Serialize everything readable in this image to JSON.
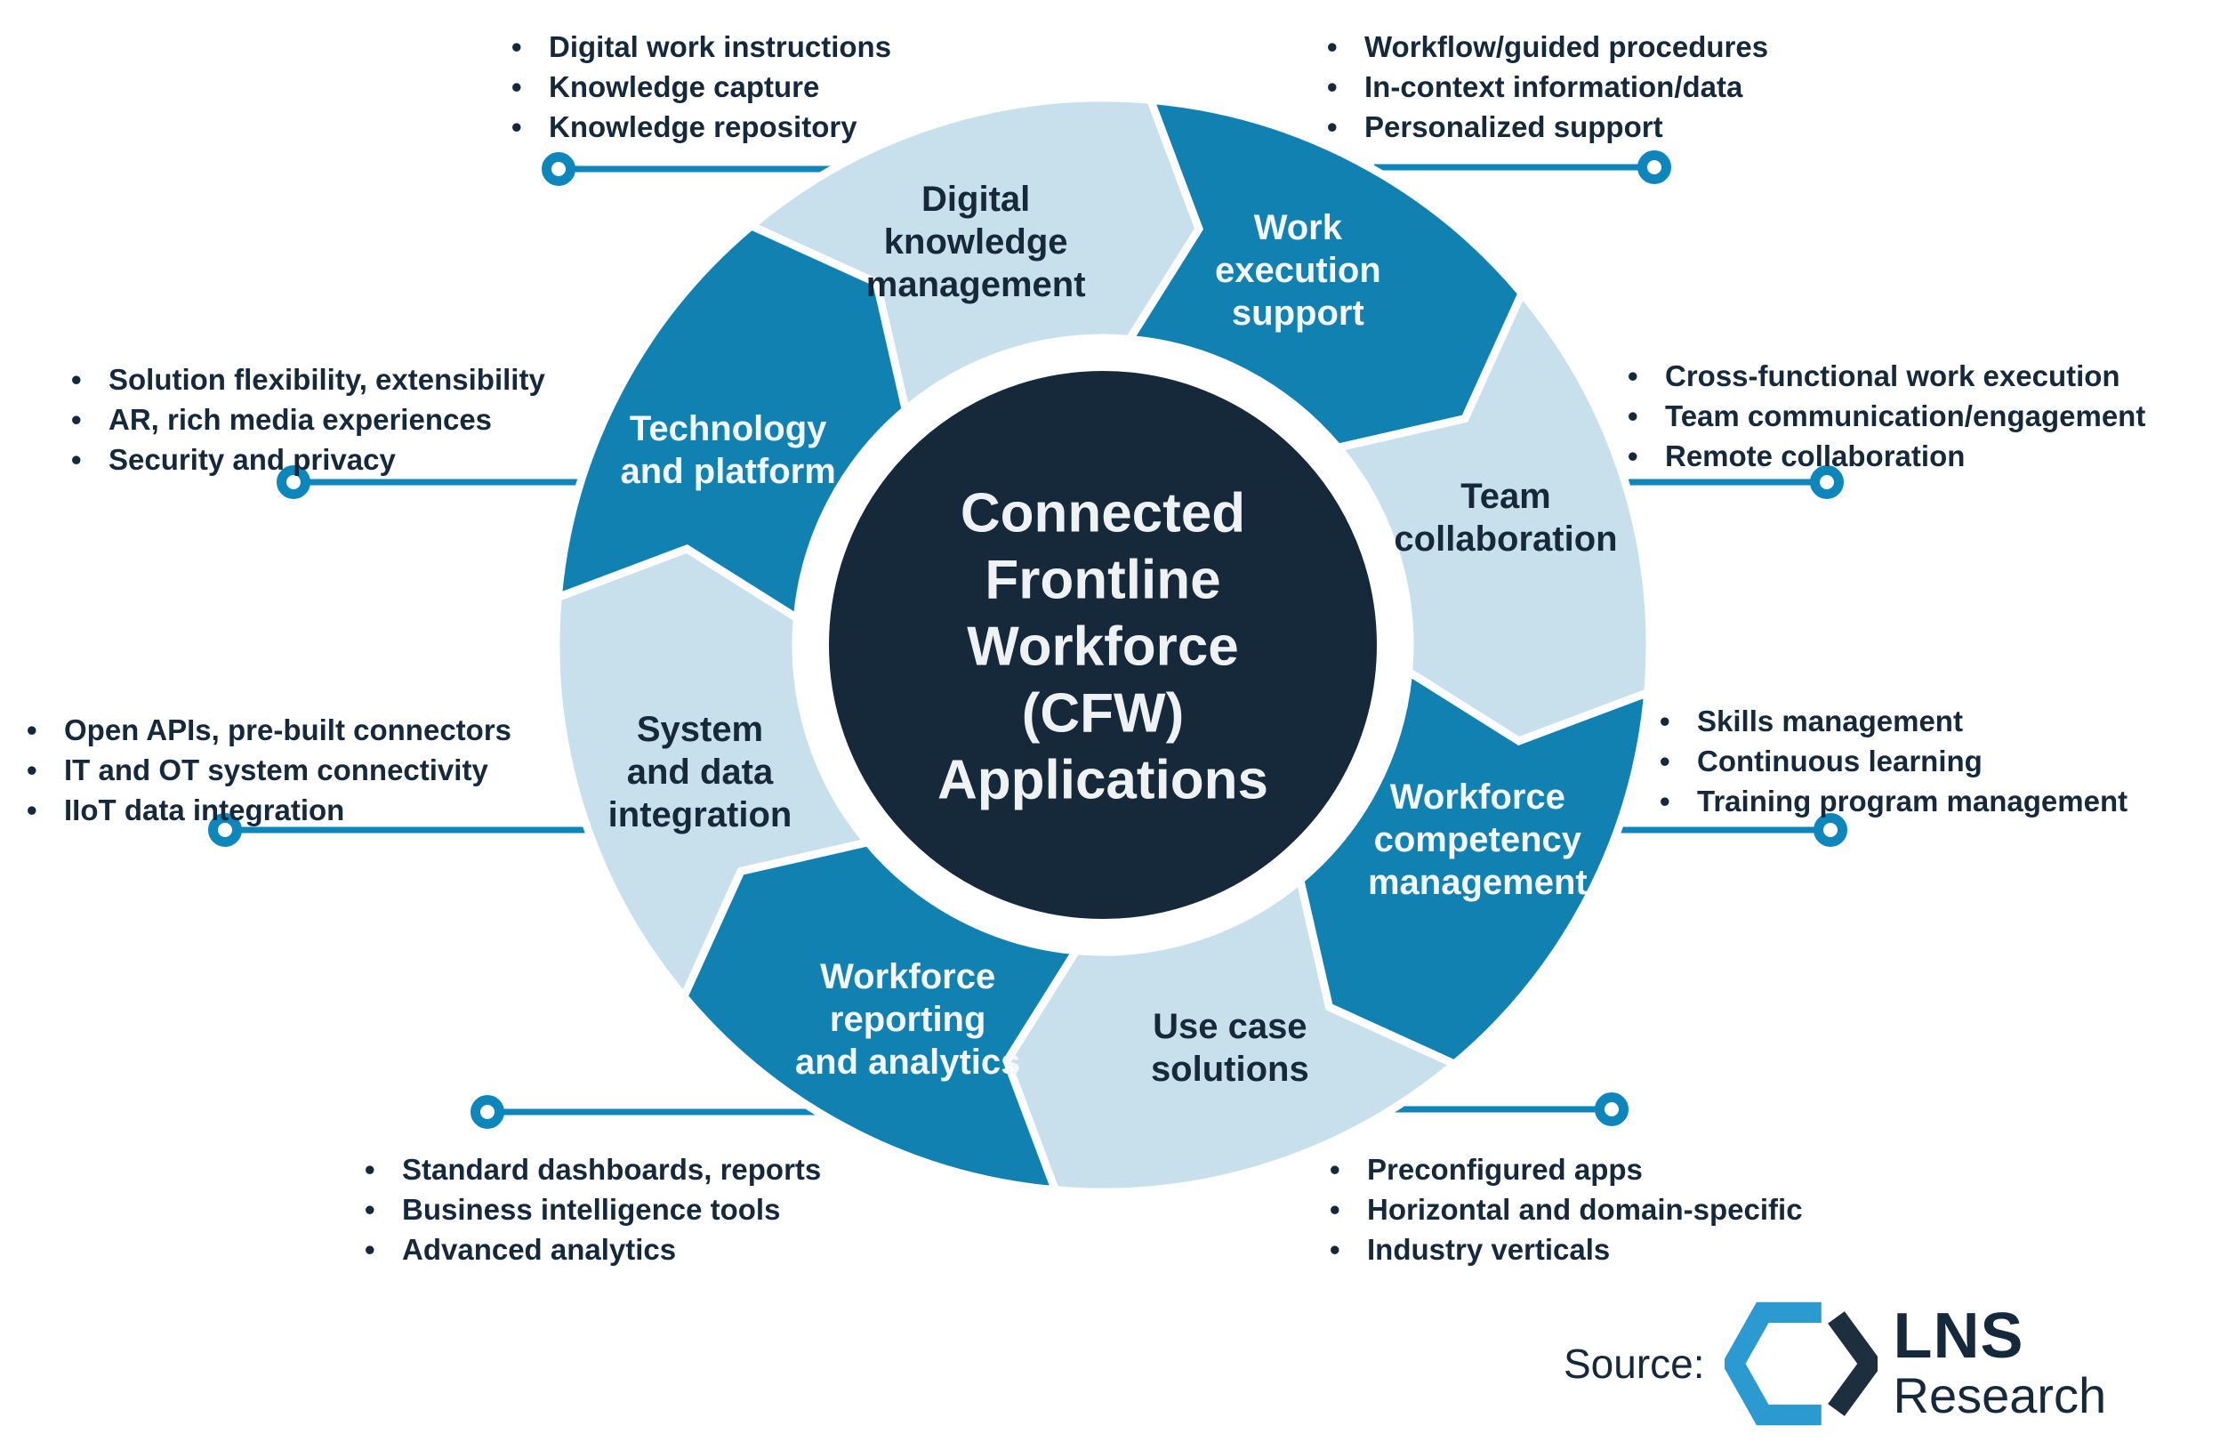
{
  "title": {
    "text": "Connected\nFrontline\nWorkforce\n(CFW)\nApplications"
  },
  "glyphs": {
    "bullet": "•"
  },
  "segments": [
    {
      "id": "digital-knowledge-management",
      "label": "Digital\nknowledge\nmanagement",
      "tone": "light"
    },
    {
      "id": "work-execution-support",
      "label": "Work\nexecution\nsupport",
      "tone": "dark"
    },
    {
      "id": "team-collaboration",
      "label": "Team\ncollaboration",
      "tone": "light"
    },
    {
      "id": "workforce-competency-management",
      "label": "Workforce\ncompetency\nmanagement",
      "tone": "dark"
    },
    {
      "id": "use-case-solutions",
      "label": "Use case\nsolutions",
      "tone": "light"
    },
    {
      "id": "workforce-reporting-and-analytics",
      "label": "Workforce\nreporting\nand analytics",
      "tone": "dark"
    },
    {
      "id": "system-and-data-integration",
      "label": "System\nand data\nintegration",
      "tone": "light"
    },
    {
      "id": "technology-and-platform",
      "label": "Technology\nand platform",
      "tone": "dark"
    }
  ],
  "callouts": [
    {
      "name": "digital-knowledge-management-callout",
      "items": [
        "Digital work instructions",
        "Knowledge capture",
        "Knowledge repository"
      ]
    },
    {
      "name": "work-execution-support-callout",
      "items": [
        "Workflow/guided procedures",
        "In-context information/data",
        "Personalized support"
      ]
    },
    {
      "name": "team-collaboration-callout",
      "items": [
        "Cross-functional work execution",
        "Team communication/engagement",
        "Remote collaboration"
      ]
    },
    {
      "name": "workforce-competency-management-callout",
      "items": [
        "Skills management",
        "Continuous learning",
        "Training program management"
      ]
    },
    {
      "name": "use-case-solutions-callout",
      "items": [
        "Preconfigured apps",
        "Horizontal and domain-specific",
        "Industry verticals"
      ]
    },
    {
      "name": "workforce-reporting-and-analytics-callout",
      "items": [
        "Standard dashboards, reports",
        "Business intelligence tools",
        "Advanced analytics"
      ]
    },
    {
      "name": "system-and-data-integration-callout",
      "items": [
        "Open APIs, pre-built connectors",
        "IT and OT system connectivity",
        "IIoT data integration"
      ]
    },
    {
      "name": "technology-and-platform-callout",
      "items": [
        "Solution flexibility, extensibility",
        "AR, rich media experiences",
        "Security and privacy"
      ]
    }
  ],
  "source": {
    "label": "Source:",
    "brand_top": "LNS",
    "brand_bottom": "Research"
  },
  "colors": {
    "dark_segment": "#1181b1",
    "light_segment": "#c7e0ec",
    "navy": "#16293a",
    "center_fill": "#16293a",
    "connector": "#0d86bb",
    "white": "#ffffff",
    "logo_blue": "#2a9ad1"
  }
}
